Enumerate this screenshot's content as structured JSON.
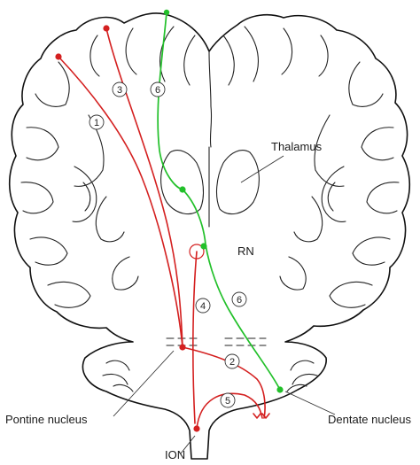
{
  "labels": {
    "thalamus": "Thalamus",
    "rn": "RN",
    "pontine": "Pontine nucleus",
    "dentate": "Dentate nucleus",
    "ion": "ION"
  },
  "pathways": [
    {
      "number": "1",
      "color": "red"
    },
    {
      "number": "2",
      "color": "red"
    },
    {
      "number": "3",
      "color": "red"
    },
    {
      "number": "4",
      "color": "red"
    },
    {
      "number": "5",
      "color": "red"
    },
    {
      "number": "6",
      "color": "green"
    }
  ],
  "colors": {
    "cortical_pathways": "#d42020",
    "cerebellar_pathways": "#22c02a",
    "outline": "#111111"
  }
}
